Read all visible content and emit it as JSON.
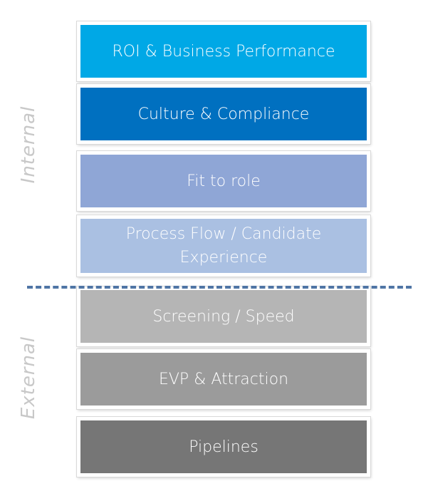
{
  "diagram": {
    "sections": [
      {
        "label": "Internal"
      },
      {
        "label": "External"
      }
    ],
    "layers": [
      {
        "label": "ROI & Business Performance",
        "color": "#00a8e6"
      },
      {
        "label": "Culture & Compliance",
        "color": "#0070c0"
      },
      {
        "label": "Fit to role",
        "color": "#8fa6d6"
      },
      {
        "label": "Process Flow / Candidate Experience",
        "color": "#aac0e2"
      },
      {
        "label": "Screening / Speed",
        "color": "#b5b5b5"
      },
      {
        "label": "EVP & Attraction",
        "color": "#9b9b9b"
      },
      {
        "label": "Pipelines",
        "color": "#767676"
      }
    ],
    "divider_color": "#4f75a5",
    "label_color": "#c8c8c8"
  }
}
